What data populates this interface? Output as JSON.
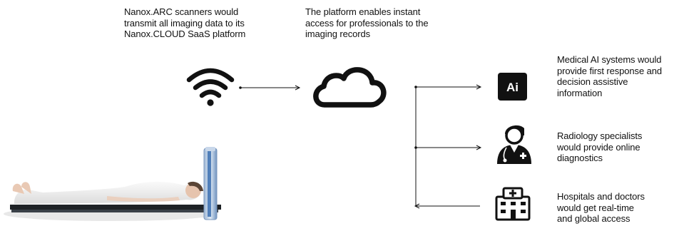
{
  "texts": {
    "scanner": "Nanox.ARC scanners would\ntransmit all imaging data to its\nNanox.CLOUD SaaS platform",
    "cloud": "The platform enables instant\naccess for professionals to the\nimaging records",
    "ai_logo": "Ai",
    "ai": "Medical AI systems would\nprovide first response and\ndecision assistive\ninformation",
    "radiology": "Radiology specialists\nwould provide online\ndiagnostics",
    "hospitals": "Hospitals and doctors\nwould get real-time\nand global access"
  },
  "icons": [
    "wifi-icon",
    "cloud-icon",
    "ai-icon",
    "doctor-icon",
    "hospital-icon"
  ],
  "colors": {
    "ink": "#111111",
    "bed": "#1e2226",
    "scanner_blue": "#3a6fb0"
  }
}
